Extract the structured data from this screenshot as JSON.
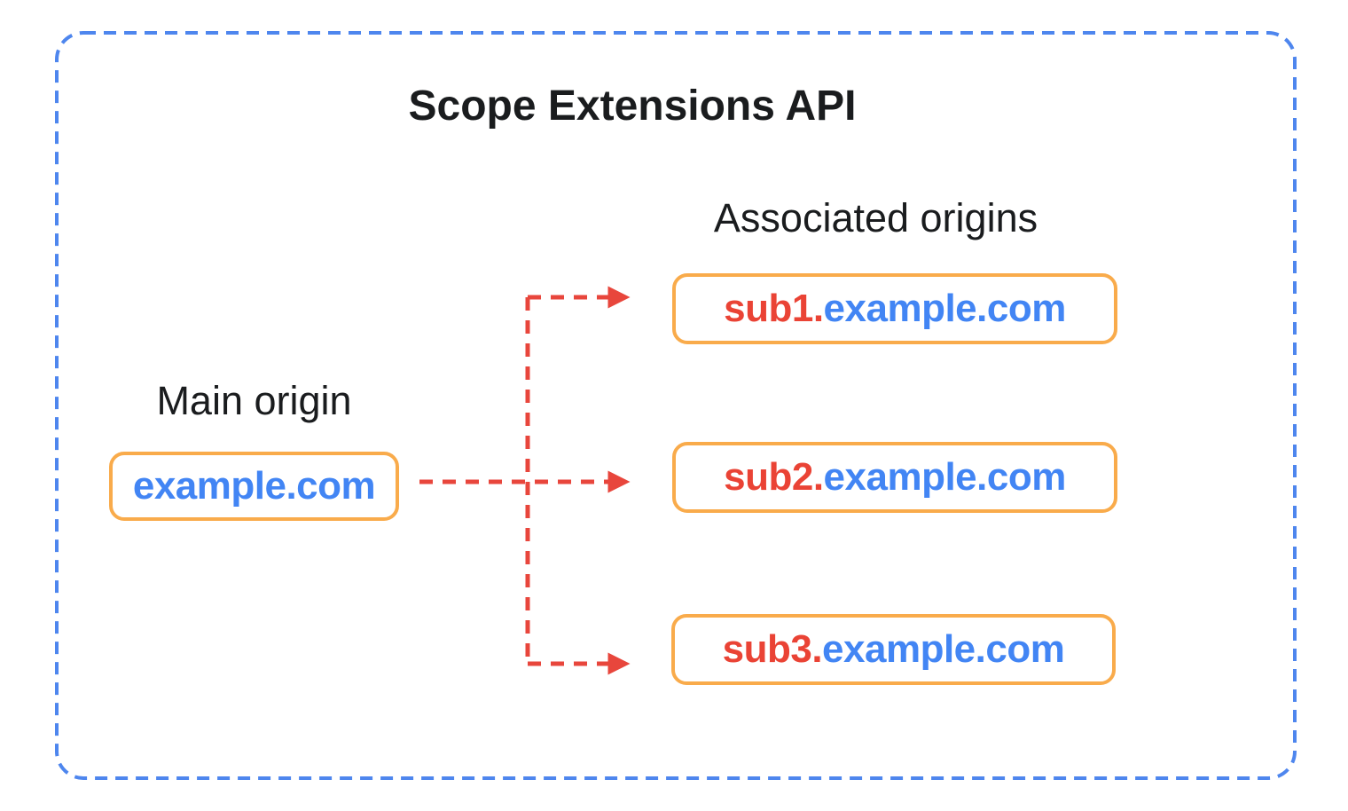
{
  "diagram": {
    "title": "Scope Extensions API",
    "main_origin": {
      "label": "Main origin",
      "value": "example.com"
    },
    "associated_origins": {
      "label": "Associated origins",
      "items": [
        {
          "subdomain": "sub1.",
          "domain": "example.com"
        },
        {
          "subdomain": "sub2.",
          "domain": "example.com"
        },
        {
          "subdomain": "sub3.",
          "domain": "example.com"
        }
      ]
    },
    "colors": {
      "outer_border_blue": "#4E86EE",
      "box_border_orange": "#F9AB4B",
      "domain_blue": "#4285F4",
      "subdomain_red": "#EA4335",
      "arrow_red": "#E8463C",
      "text_black": "#1A1C1E",
      "background": "#FFFFFF"
    }
  }
}
